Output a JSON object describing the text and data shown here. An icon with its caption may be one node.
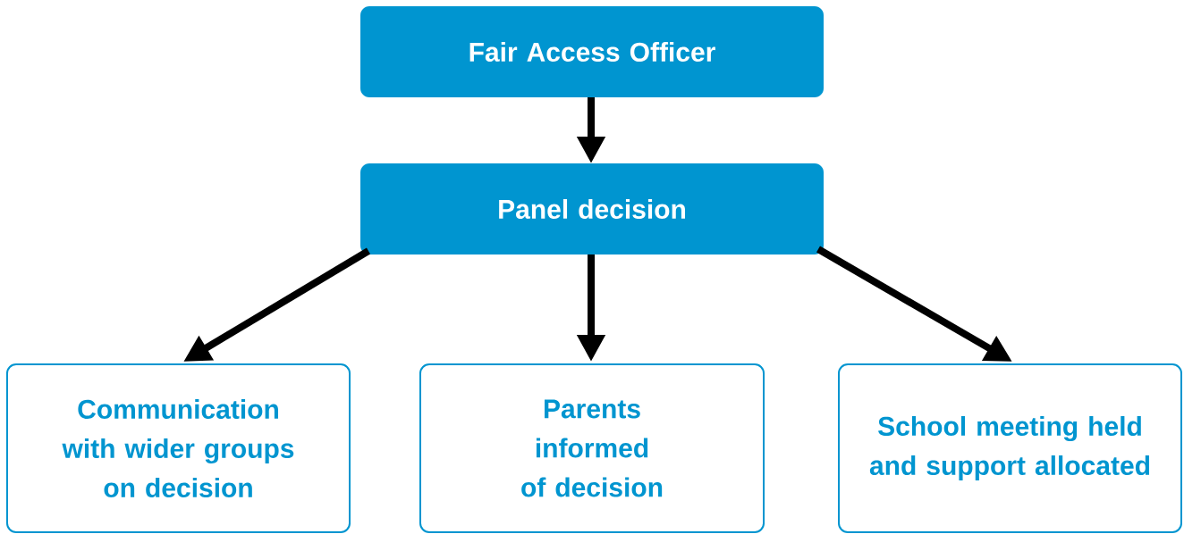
{
  "diagram": {
    "nodes": [
      {
        "text": [
          "Fair Access Officer"
        ]
      },
      {
        "text": [
          "Panel decision"
        ]
      },
      {
        "text": [
          "Communication with wider groups on decision"
        ]
      },
      {
        "text": [
          "Parents informed of decision"
        ]
      },
      {
        "text": [
          "School meeting held and support allocated"
        ]
      }
    ],
    "edges": [
      {
        "from": 0,
        "to": 1,
        "arrow": "to"
      },
      {
        "from": 1,
        "to": 2,
        "arrow": "to"
      },
      {
        "from": 1,
        "to": 3,
        "arrow": "to"
      },
      {
        "from": 1,
        "to": 4,
        "arrow": "to"
      }
    ]
  }
}
